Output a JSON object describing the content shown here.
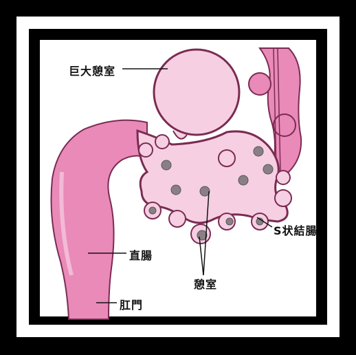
{
  "labels": {
    "giant_diverticulum": "巨大憩室",
    "rectum": "直腸",
    "anus": "肛門",
    "diverticula": "憩室",
    "sigmoid_colon": "S状結腸"
  },
  "colors": {
    "outer_frame": "#000000",
    "white_mat": "#ffffff",
    "tissue_pink": "#e98ab8",
    "tissue_light": "#f6cfe2",
    "tissue_outline": "#7a2b52",
    "pocket_gray": "#8a7f86"
  }
}
